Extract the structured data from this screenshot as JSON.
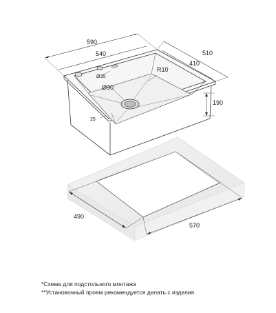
{
  "dimensions": {
    "sink_width": "590",
    "inner_width": "540",
    "sink_depth": "510",
    "inner_depth": "410",
    "bowl_height": "190",
    "drain_diameter": "Ø90",
    "tap_hole": "Ø35",
    "corner_radius": "R10",
    "rim": "25",
    "cutout_depth": "490",
    "cutout_width": "570"
  },
  "notes": {
    "line1": "*Схема для подстольного монтажа",
    "line2": "**Установочный проем рекомендуется делать с изделия"
  }
}
